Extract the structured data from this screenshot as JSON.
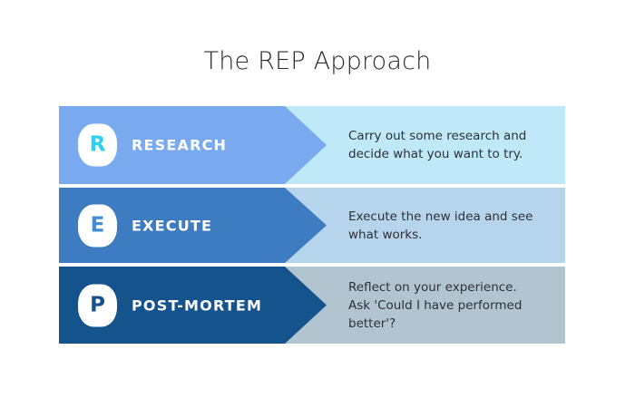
{
  "header": {
    "title": "The REP Approach"
  },
  "colors": {
    "background": "#ffffff",
    "title_text": "#2b2b2b",
    "body_text": "#2c3138",
    "label_text": "#ffffff",
    "badge_bg": "#ffffff"
  },
  "steps": [
    {
      "initial": "R",
      "label": "RESEARCH",
      "band_color": "#79aaef",
      "panel_color": "#bfe8f9",
      "letter_color": "#2ad2f0",
      "description_lines": [
        "Carry out some research and",
        "decide what you want to try."
      ],
      "description": "Carry out some research and decide what you want to try."
    },
    {
      "initial": "E",
      "label": "EXECUTE",
      "band_color": "#3d7cc0",
      "panel_color": "#b6d5ec",
      "letter_color": "#3f8fd2",
      "description_lines": [
        "Execute the new idea and see",
        "what works."
      ],
      "description": "Execute the new idea and see what works."
    },
    {
      "initial": "P",
      "label": "POST-MORTEM",
      "band_color": "#14538c",
      "panel_color": "#b3c4d1",
      "letter_color": "#14538c",
      "description_lines": [
        "Reflect on your experience.",
        "Ask 'Could I have performed",
        "better'?"
      ],
      "description": "Reflect on your experience. Ask 'Could I have performed better'?"
    }
  ]
}
